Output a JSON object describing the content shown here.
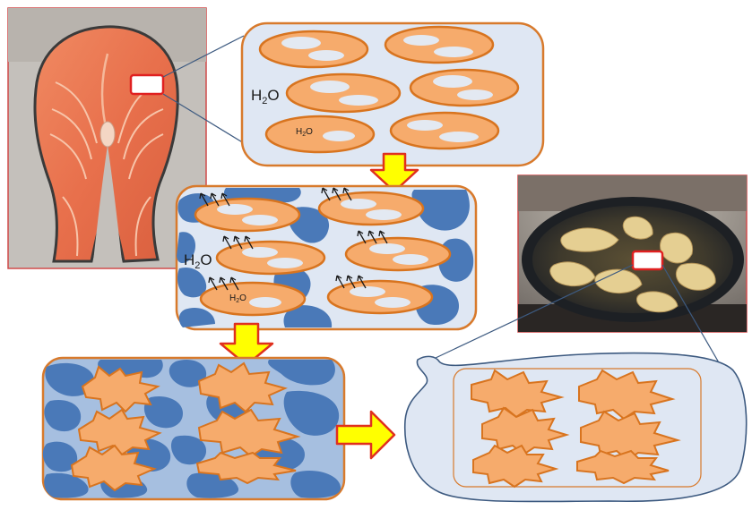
{
  "labels": {
    "water_large": "H",
    "water_large_sub": "2",
    "water_large_tail": "O",
    "water_small": "H",
    "water_small_sub": "2",
    "water_small_tail": "O"
  },
  "colors": {
    "cell_fill": "#f6ab6c",
    "cell_stroke": "#d8741f",
    "panel_fill": "#dfe7f3",
    "panel_stroke": "#d87a2c",
    "vacuole": "#e3e9f2",
    "denatured_blue": "#4a79b8",
    "arrow_yellow": "#ffff00",
    "arrow_red": "#e0301e",
    "frame_red": "#cc2b2b"
  },
  "icons": {
    "process_arrow": "block-arrow",
    "evaporation_arrow": "small-arrow",
    "zoom_marker": "rounded-rectangle"
  }
}
